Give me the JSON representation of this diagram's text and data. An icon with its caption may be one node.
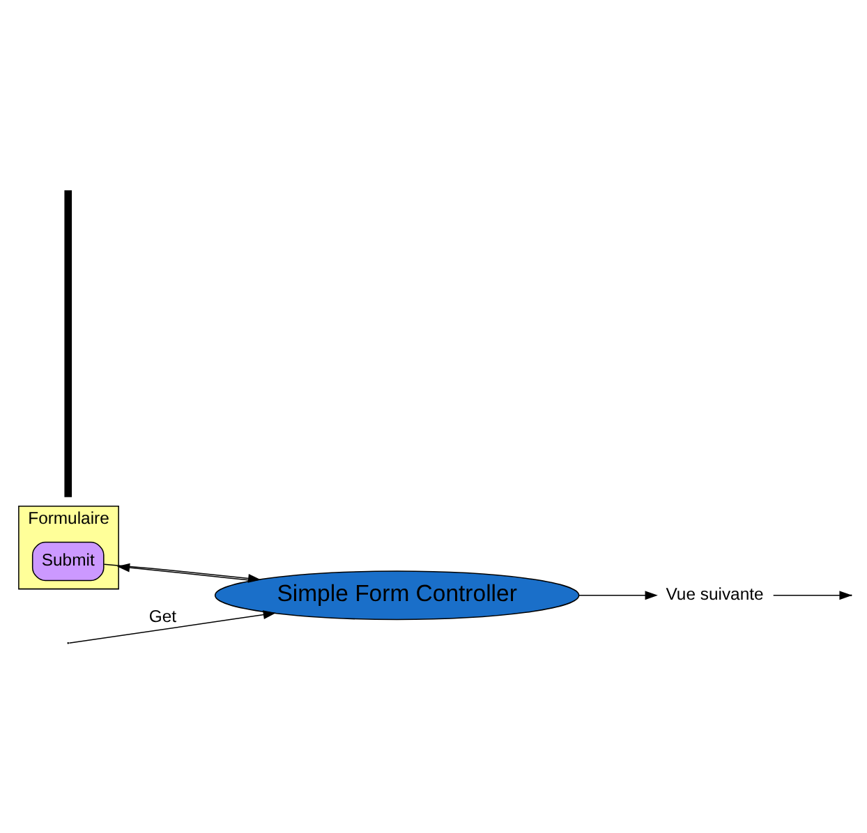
{
  "diagram": {
    "nodes": [
      {
        "text": [
          "Formulaire"
        ]
      },
      {
        "text": [
          "Submit"
        ],
        "in": 0
      },
      {
        "text": [],
        "shape": "bar"
      },
      {
        "text": [
          "Simple Form Controller"
        ]
      },
      {
        "text": [
          "Vue suivante"
        ]
      }
    ],
    "edges": [
      {
        "from": null,
        "to": 3,
        "arrow": "to",
        "label": "Get"
      },
      {
        "from": 3,
        "to": 0,
        "arrow": "to"
      },
      {
        "from": 1,
        "to": 3,
        "arrow": "to"
      },
      {
        "from": 3,
        "to": 4,
        "arrow": "to"
      },
      {
        "from": 4,
        "to": null,
        "arrow": "to"
      }
    ]
  }
}
